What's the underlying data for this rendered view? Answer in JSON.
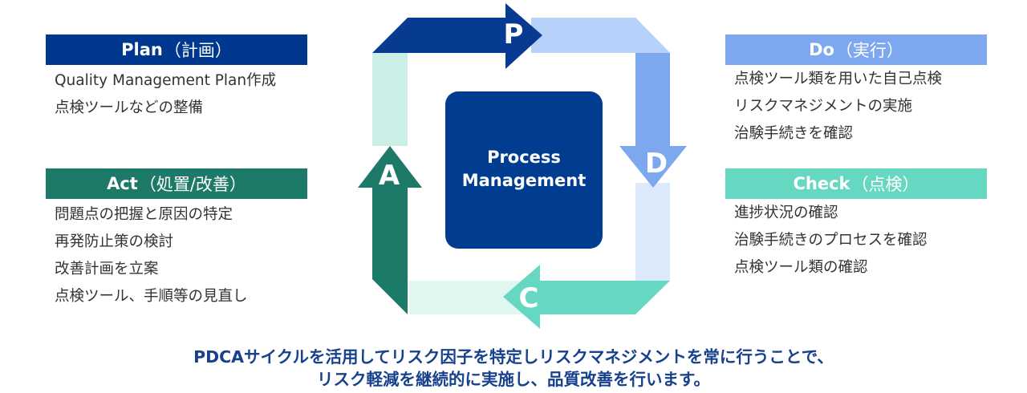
{
  "plan": {
    "title": "Plan",
    "subtitle": "（計画）",
    "items": [
      "Quality Management Plan作成",
      "点検ツールなどの整備"
    ]
  },
  "act": {
    "title": "Act",
    "subtitle": "（処置/改善）",
    "items": [
      "問題点の把握と原因の特定",
      "再発防止策の検討",
      "改善計画を立案",
      "点検ツール、手順等の見直し"
    ]
  },
  "do": {
    "title": "Do",
    "subtitle": "（実行）",
    "items": [
      "点検ツール類を用いた自己点検",
      "リスクマネジメントの実施",
      "治験手続きを確認"
    ]
  },
  "check": {
    "title": "Check",
    "subtitle": "（点検）",
    "items": [
      "進捗状況の確認",
      "治験手続きのプロセスを確認",
      "点検ツール類の確認"
    ]
  },
  "cycle": {
    "center_line1": "Process",
    "center_line2": "Management",
    "letter_p": "P",
    "letter_d": "D",
    "letter_c": "C",
    "letter_a": "A"
  },
  "colors": {
    "plan": "#00378f",
    "do": "#7da7ef",
    "check": "#66d8c2",
    "act": "#1d7a68",
    "center": "#003d91"
  },
  "footer": {
    "line1": "PDCAサイクルを活用してリスク因子を特定しリスクマネジメントを常に行うことで、",
    "line2": "リスク軽減を継続的に実施し、品質改善を行います。"
  }
}
